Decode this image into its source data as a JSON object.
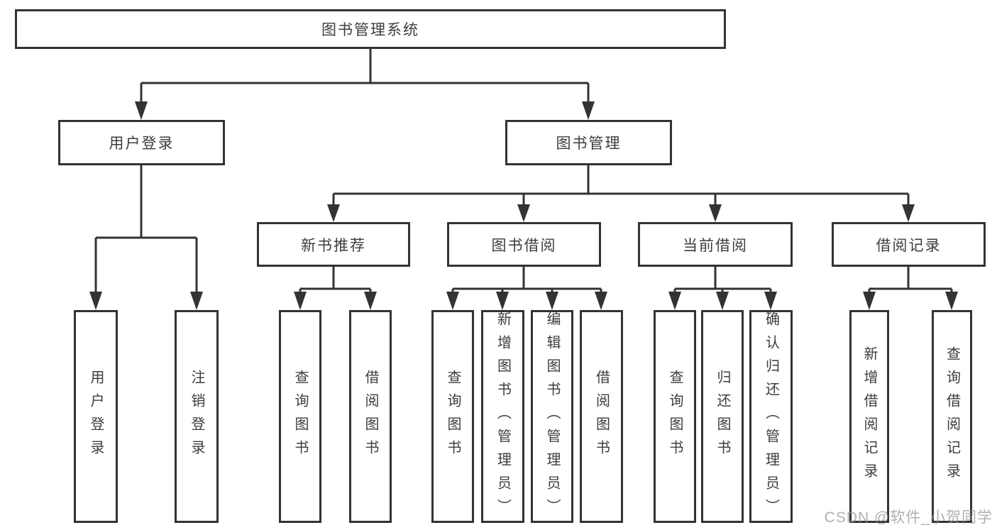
{
  "diagram": {
    "title_note": "library management system feature breakdown chart",
    "root": {
      "label": "图书管理系统"
    },
    "level2": [
      {
        "label": "用户登录"
      },
      {
        "label": "图书管理"
      }
    ],
    "level3": [
      {
        "label": "新书推荐"
      },
      {
        "label": "图书借阅"
      },
      {
        "label": "当前借阅"
      },
      {
        "label": "借阅记录"
      }
    ],
    "leaves": [
      {
        "label": "用户登录"
      },
      {
        "label": "注销登录"
      },
      {
        "label": "查询图书"
      },
      {
        "label": "借阅图书"
      },
      {
        "label": "查询图书"
      },
      {
        "label": "新增图书（管理员）"
      },
      {
        "label": "编辑图书（管理员）"
      },
      {
        "label": "借阅图书"
      },
      {
        "label": "查询图书"
      },
      {
        "label": "归还图书"
      },
      {
        "label": "确认归还（管理员）"
      },
      {
        "label": "新增借阅记录"
      },
      {
        "label": "查询借阅记录"
      }
    ],
    "colors": {
      "line": "#333333",
      "text": "#3d3d3d",
      "background": "#ffffff"
    }
  },
  "watermark": {
    "text": "CSDN @软件_小贺同学"
  }
}
